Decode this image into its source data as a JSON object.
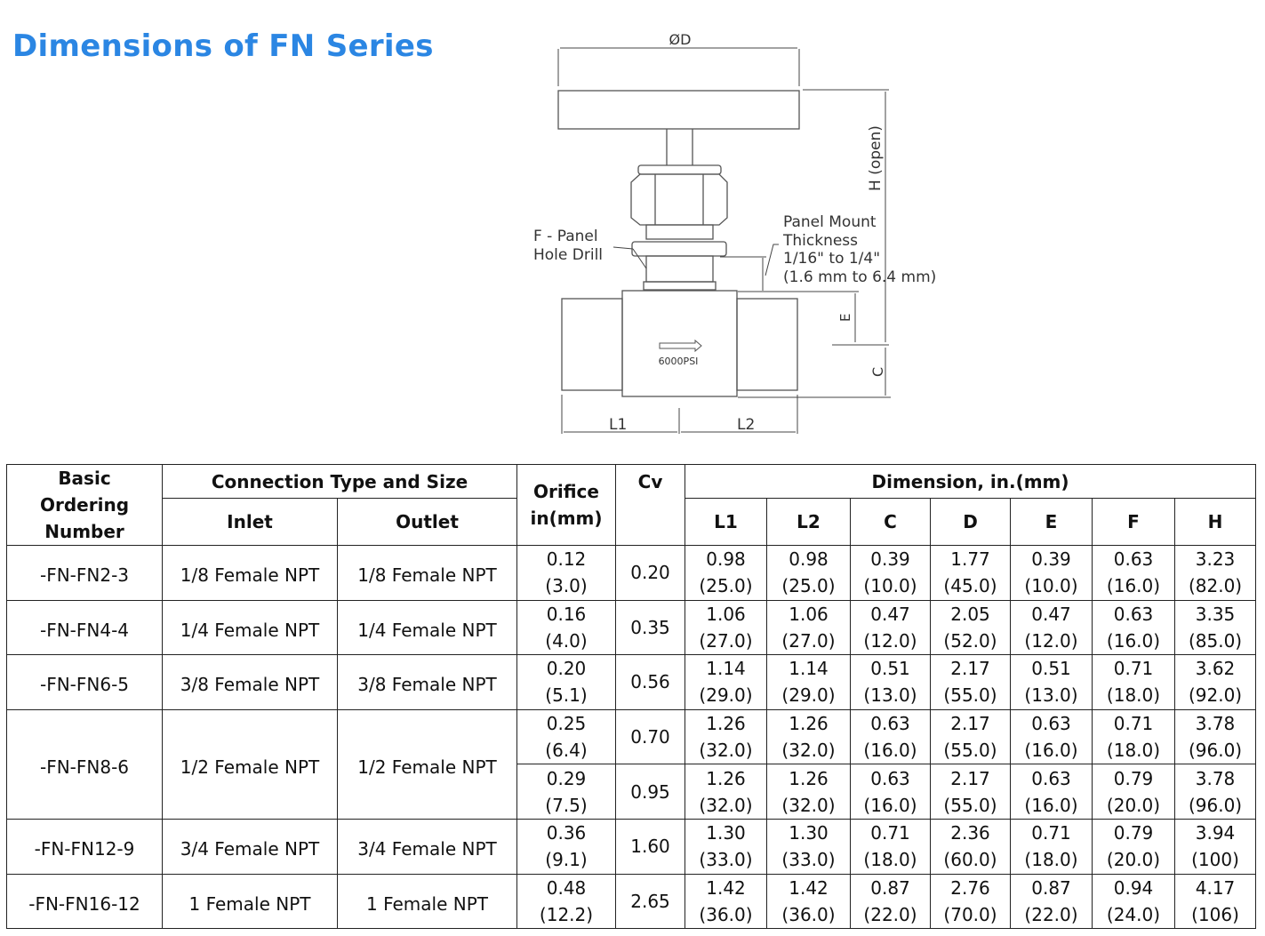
{
  "title": "Dimensions of FN Series",
  "diagram": {
    "dim_d": "ØD",
    "dim_h": "H (open)",
    "dim_e": "E",
    "dim_c": "C",
    "dim_l1": "L1",
    "dim_l2": "L2",
    "f_label": [
      "F - Panel",
      "Hole Drill"
    ],
    "panel_label": [
      "Panel Mount",
      "Thickness",
      "1/16\" to 1/4\"",
      "(1.6 mm to 6.4 mm)"
    ],
    "body_marking": "6000PSI"
  },
  "table": {
    "headers": {
      "ordering": [
        "Basic",
        "Ordering",
        "Number"
      ],
      "connection": "Connection Type and Size",
      "inlet": "Inlet",
      "outlet": "Outlet",
      "orifice": [
        "Orifice",
        "in(mm)"
      ],
      "cv": "Cv",
      "dimension": "Dimension, in.(mm)",
      "dims": [
        "L1",
        "L2",
        "C",
        "D",
        "E",
        "F",
        "H"
      ]
    },
    "groups": [
      {
        "number": "-FN-FN2-3",
        "inlet": "1/8 Female NPT",
        "outlet": "1/8 Female NPT",
        "rows": [
          {
            "orifice": [
              "0.12",
              "(3.0)"
            ],
            "cv": "0.20",
            "dims": [
              [
                "0.98",
                "(25.0)"
              ],
              [
                "0.98",
                "(25.0)"
              ],
              [
                "0.39",
                "(10.0)"
              ],
              [
                "1.77",
                "(45.0)"
              ],
              [
                "0.39",
                "(10.0)"
              ],
              [
                "0.63",
                "(16.0)"
              ],
              [
                "3.23",
                "(82.0)"
              ]
            ]
          }
        ]
      },
      {
        "number": "-FN-FN4-4",
        "inlet": "1/4 Female NPT",
        "outlet": "1/4 Female NPT",
        "rows": [
          {
            "orifice": [
              "0.16",
              "(4.0)"
            ],
            "cv": "0.35",
            "dims": [
              [
                "1.06",
                "(27.0)"
              ],
              [
                "1.06",
                "(27.0)"
              ],
              [
                "0.47",
                "(12.0)"
              ],
              [
                "2.05",
                "(52.0)"
              ],
              [
                "0.47",
                "(12.0)"
              ],
              [
                "0.63",
                "(16.0)"
              ],
              [
                "3.35",
                "(85.0)"
              ]
            ]
          }
        ]
      },
      {
        "number": "-FN-FN6-5",
        "inlet": "3/8 Female NPT",
        "outlet": "3/8 Female NPT",
        "rows": [
          {
            "orifice": [
              "0.20",
              "(5.1)"
            ],
            "cv": "0.56",
            "dims": [
              [
                "1.14",
                "(29.0)"
              ],
              [
                "1.14",
                "(29.0)"
              ],
              [
                "0.51",
                "(13.0)"
              ],
              [
                "2.17",
                "(55.0)"
              ],
              [
                "0.51",
                "(13.0)"
              ],
              [
                "0.71",
                "(18.0)"
              ],
              [
                "3.62",
                "(92.0)"
              ]
            ]
          }
        ]
      },
      {
        "number": "-FN-FN8-6",
        "inlet": "1/2 Female NPT",
        "outlet": "1/2 Female NPT",
        "rows": [
          {
            "orifice": [
              "0.25",
              "(6.4)"
            ],
            "cv": "0.70",
            "dims": [
              [
                "1.26",
                "(32.0)"
              ],
              [
                "1.26",
                "(32.0)"
              ],
              [
                "0.63",
                "(16.0)"
              ],
              [
                "2.17",
                "(55.0)"
              ],
              [
                "0.63",
                "(16.0)"
              ],
              [
                "0.71",
                "(18.0)"
              ],
              [
                "3.78",
                "(96.0)"
              ]
            ]
          },
          {
            "orifice": [
              "0.29",
              "(7.5)"
            ],
            "cv": "0.95",
            "dims": [
              [
                "1.26",
                "(32.0)"
              ],
              [
                "1.26",
                "(32.0)"
              ],
              [
                "0.63",
                "(16.0)"
              ],
              [
                "2.17",
                "(55.0)"
              ],
              [
                "0.63",
                "(16.0)"
              ],
              [
                "0.79",
                "(20.0)"
              ],
              [
                "3.78",
                "(96.0)"
              ]
            ]
          }
        ]
      },
      {
        "number": "-FN-FN12-9",
        "inlet": "3/4 Female NPT",
        "outlet": "3/4 Female NPT",
        "rows": [
          {
            "orifice": [
              "0.36",
              "(9.1)"
            ],
            "cv": "1.60",
            "dims": [
              [
                "1.30",
                "(33.0)"
              ],
              [
                "1.30",
                "(33.0)"
              ],
              [
                "0.71",
                "(18.0)"
              ],
              [
                "2.36",
                "(60.0)"
              ],
              [
                "0.71",
                "(18.0)"
              ],
              [
                "0.79",
                "(20.0)"
              ],
              [
                "3.94",
                "(100)"
              ]
            ]
          }
        ]
      },
      {
        "number": "-FN-FN16-12",
        "inlet": "1 Female NPT",
        "outlet": "1 Female NPT",
        "rows": [
          {
            "orifice": [
              "0.48",
              "(12.2)"
            ],
            "cv": "2.65",
            "dims": [
              [
                "1.42",
                "(36.0)"
              ],
              [
                "1.42",
                "(36.0)"
              ],
              [
                "0.87",
                "(22.0)"
              ],
              [
                "2.76",
                "(70.0)"
              ],
              [
                "0.87",
                "(22.0)"
              ],
              [
                "0.94",
                "(24.0)"
              ],
              [
                "4.17",
                "(106)"
              ]
            ]
          }
        ]
      }
    ]
  }
}
